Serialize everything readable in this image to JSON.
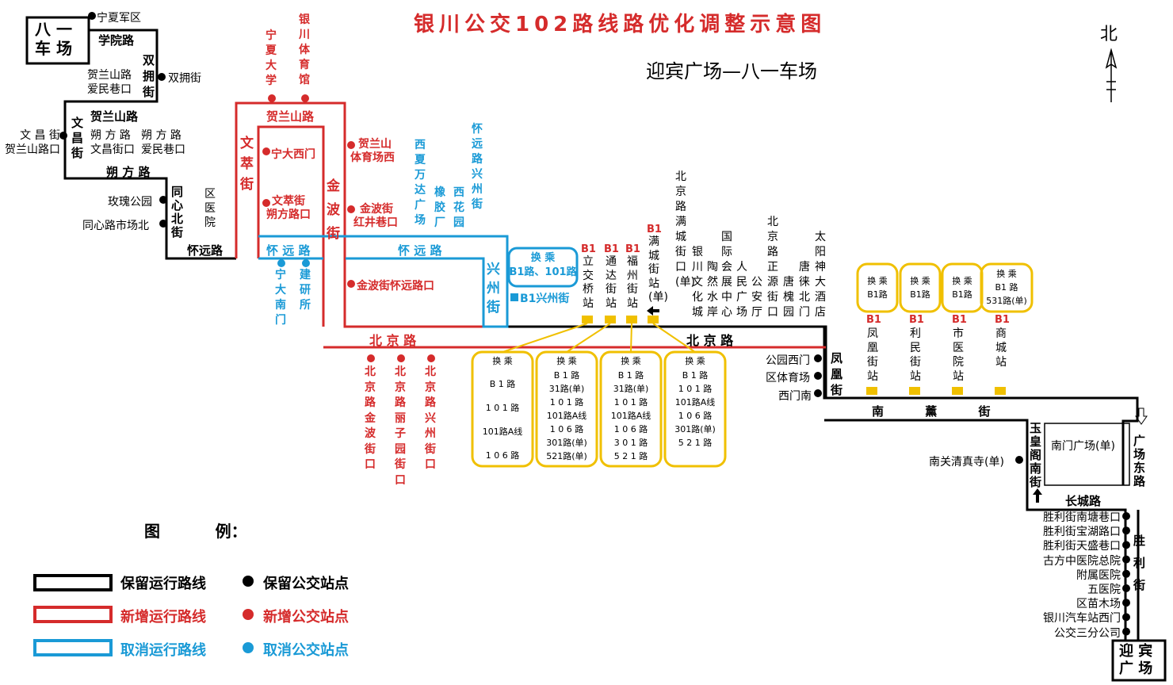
{
  "title": "银川公交102路线路优化调整示意图",
  "subtitle": "迎宾广场—八一车场",
  "north_label": "北",
  "colors": {
    "kept": "#000000",
    "new": "#d52b2b",
    "cancelled": "#1a9ad6",
    "transfer": "#f0c000",
    "b1": "#1a9ad6"
  },
  "terminal_start": [
    "八 一",
    "车 场"
  ],
  "terminal_end": [
    "迎 宾",
    "广 场"
  ],
  "roads": {
    "xueyuan": "学院路",
    "shuangyong": "双拥街",
    "helanshan_left": "贺兰山路",
    "wenchang": "文昌街",
    "shuofang": "朔 方 路",
    "tongxinbei": "同心北街",
    "huaiyuan_black": "怀远路",
    "helanshan_red": "贺兰山路",
    "wencui": "文萃街",
    "jinbo": "金波街",
    "huaiyuan_blue1": "怀 远 路",
    "huaiyuan_blue2": "怀   远   路",
    "xingzhou": "兴州街",
    "beijing_red": "北  京  路",
    "beijing_black": "北  京  路",
    "fenghuang": "凤凰街",
    "nanxun": "南          薰          街",
    "yuhuangge": "玉皇阁南街",
    "changcheng": "长城路",
    "guangchangdong": "广场东路",
    "shengli": "胜利街"
  },
  "kept_stops": {
    "ningxiajunqu": "宁夏军区",
    "shuangyong": "双拥街",
    "helan_aimin": [
      "贺兰山路",
      "爱民巷口"
    ],
    "wenchang_helan": [
      "文 昌 街",
      "贺兰山路口"
    ],
    "shuofang_wenchang": [
      "朔 方 路",
      "文昌街口"
    ],
    "shuofang_aimin": [
      "朔 方 路",
      "爱民巷口"
    ],
    "meigui": "玫瑰公园",
    "tongxin_market": "同心路市场北",
    "quyiyuan": "区医院",
    "gongyuan_ximen": "公园西门",
    "qutiyuchang": "区体育场",
    "ximennan": "西门南",
    "nanguan": "南关清真寺(单)",
    "nanmen_guangchang": "南门广场(单)",
    "beijing_upper": [
      "北京路满城街口(单)",
      "银川文化城",
      "陶然水岸",
      "国际会展中心",
      "人民广场",
      "公安厅",
      "北京路正源街口",
      "唐槐园",
      "唐徕北门",
      "太阳神大酒店"
    ],
    "shengli": [
      "胜利街南塘巷口",
      "胜利街宝湖路口",
      "胜利街天盛巷口",
      "古方中医院总院",
      "附属医院",
      "五医院",
      "区苗木场",
      "银川汽车站西门",
      "公交三分公司"
    ]
  },
  "new_stops": {
    "ningda": "宁夏大学",
    "tiyuguan": "银川体育馆",
    "ningda_ximen": "宁大西门",
    "wencui_shuofang": [
      "文萃街",
      "朔方路口"
    ],
    "helan_tiyuchang": [
      "贺兰山",
      "体育场西"
    ],
    "jinbo_hongjing": [
      "金波街",
      "红井巷口"
    ],
    "jinbo_huaiyuan": "金波街怀远路口",
    "beijing_new": [
      "北京路金波街口",
      "北京路丽子园街口",
      "北京路兴州街口"
    ]
  },
  "cancelled_stops": {
    "ningda_nanmen": "宁大南门",
    "jianyansuo": "建研所",
    "xixia_wanda": "西夏万达广场",
    "xiangjiaochang": "橡胶厂",
    "xihuayuan": "西花园",
    "huaiyuan_xingzhou": "怀远路兴州街"
  },
  "b1_stops": {
    "label": "B1",
    "xingzhou": "兴州街",
    "upper": [
      "立交桥站",
      "通达街站",
      "福州街站",
      "满城街站(单)"
    ],
    "lower": [
      "凤凰街站",
      "利民街站",
      "市医院站",
      "商城站"
    ]
  },
  "transfer_label": "换  乘",
  "transfer_top": "B1路、101路",
  "transfer_boxes": [
    [
      "B 1  路",
      "1 0 1  路",
      "101路A线",
      "1 0 6  路"
    ],
    [
      "B 1  路",
      "31路(单)",
      "1 0 1  路",
      "101路A线",
      "1 0 6  路",
      "301路(单)",
      "521路(单)"
    ],
    [
      "B 1  路",
      "31路(单)",
      "1 0 1  路",
      "101路A线",
      "1 0 6  路",
      "3 0 1  路",
      "5 2 1  路"
    ],
    [
      "B 1  路",
      "1 0 1  路",
      "101路A线",
      "1 0 6  路",
      "301路(单)",
      "5 2 1  路"
    ]
  ],
  "transfer_small": [
    [
      "B1路"
    ],
    [
      "B1路"
    ],
    [
      "B1路"
    ],
    [
      "B1  路",
      "531路(单)"
    ]
  ],
  "legend": {
    "title": "图          例：",
    "kept_line": "保留运行路线",
    "kept_stop": "保留公交站点",
    "new_line": "新增运行路线",
    "new_stop": "新增公交站点",
    "cancelled_line": "取消运行路线",
    "cancelled_stop": "取消公交站点"
  }
}
